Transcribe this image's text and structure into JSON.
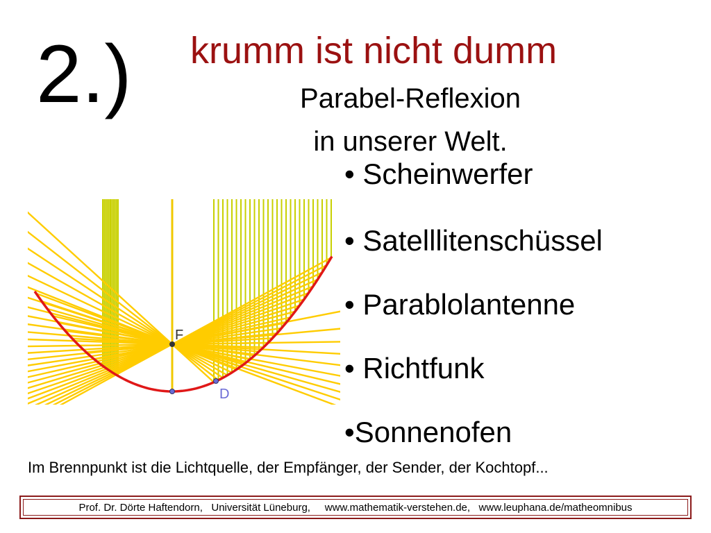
{
  "slide": {
    "number": "2.)",
    "title": "krumm ist nicht dumm",
    "subtitle_line1": "Parabel-Reflexion",
    "subtitle_line2": "in unserer Welt."
  },
  "bullets": [
    "• Scheinwerfer",
    "• Satelllitenschüssel",
    "• Parablolantenne",
    "• Richtfunk",
    "•Sonnenofen"
  ],
  "caption": "Im Brennpunkt ist die Lichtquelle, der Empfänger, der Sender, der Kochtopf...",
  "footer": "Prof. Dr. Dörte Haftendorn,   Universität Lüneburg,     www.mathematik-verstehen.de,   www.leuphana.de/matheomnibus",
  "diagram": {
    "focus_label": "F",
    "point_label": "D"
  },
  "colors": {
    "title": "#9b1111",
    "parabola": "#e01818",
    "rays": "#ffcc00",
    "vertical_rays": "#c8d000",
    "axis": "#f0c800",
    "point_label": "#6b6bd6",
    "footer_border": "#8b1a1a"
  }
}
